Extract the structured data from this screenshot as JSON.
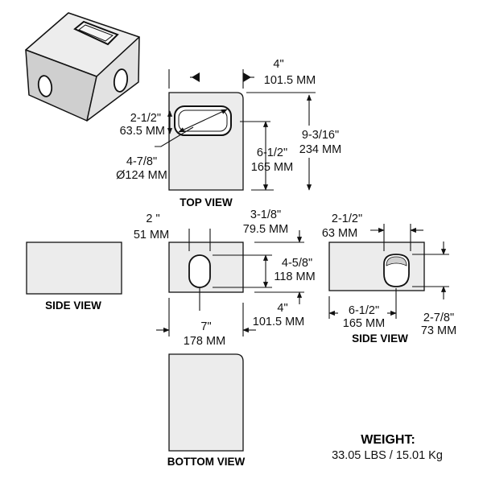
{
  "views": {
    "top": "TOP VIEW",
    "side_left": "SIDE VIEW",
    "side_right": "SIDE VIEW",
    "bottom": "BOTTOM VIEW"
  },
  "dims": {
    "top_width_in": "4\"",
    "top_width_mm": "101.5 MM",
    "slot_height_in": "2-1/2\"",
    "slot_height_mm": "63.5 MM",
    "slot_diag_in": "4-7/8\"",
    "slot_diag_mm": "Ø124 MM",
    "slot_offset_in": "6-1/2\"",
    "slot_offset_mm": "165 MM",
    "top_length_in": "9-3/16\"",
    "top_length_mm": "234 MM",
    "front_hole_width_in": "2 \"",
    "front_hole_width_mm": "51 MM",
    "front_hole_top_in": "3-1/8\"",
    "front_hole_top_mm": "79.5 MM",
    "front_hole_height_in": "4-5/8\"",
    "front_hole_height_mm": "118 MM",
    "front_height_in": "4\"",
    "front_height_mm": "101.5 MM",
    "front_width_in": "7\"",
    "front_width_mm": "178 MM",
    "side_hole_width_in": "2-1/2\"",
    "side_hole_width_mm": "63 MM",
    "side_hole_offset_in": "6-1/2\"",
    "side_hole_offset_mm": "165 MM",
    "side_hole_height_in": "2-7/8\"",
    "side_hole_height_mm": "73 MM"
  },
  "weight": {
    "title": "WEIGHT:",
    "value": "33.05 LBS / 15.01 Kg"
  },
  "colors": {
    "face": "#ececec",
    "shade": "#c8c8c8",
    "stroke": "#111111"
  }
}
